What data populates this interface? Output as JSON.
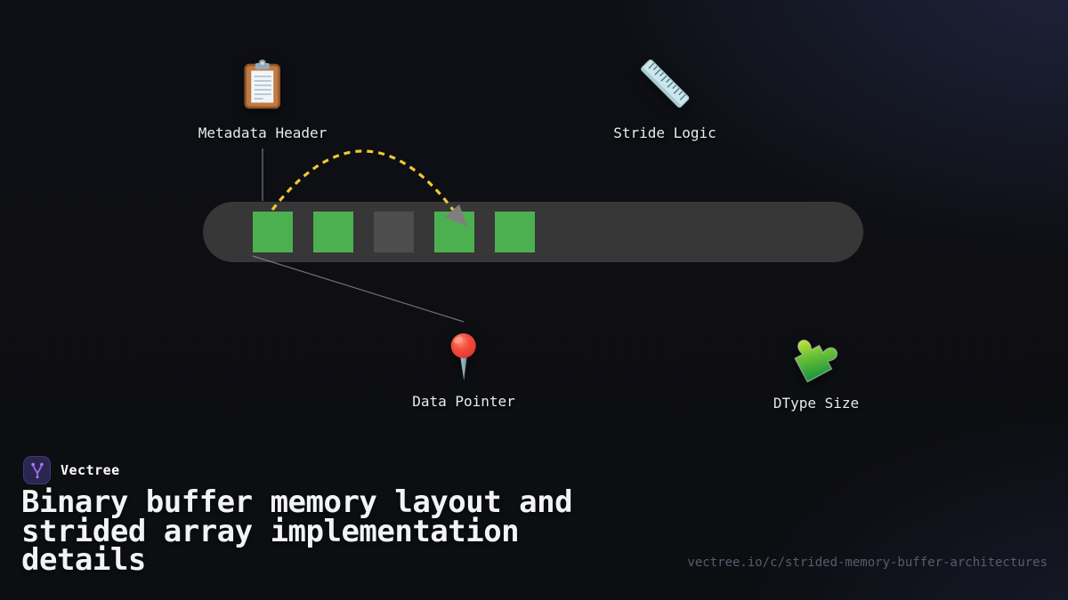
{
  "theme": {
    "background_base": "#0e0f14",
    "background_glow": "#2a3258",
    "bar_color": "#373737",
    "cell_filled_color": "#4caf50",
    "cell_empty_color": "#4d4d4d",
    "arc_color": "#ecc832",
    "arrowhead_color": "#7f7f7f",
    "connector_color": "#8a8a8a",
    "label_color": "#e8eaec",
    "title_color": "#f2f3f5",
    "url_color": "#575d6b",
    "badge_background": "#2a2650",
    "badge_glyph_color": "#a56bf7"
  },
  "diagram": {
    "nodes": [
      {
        "label": "Metadata Header",
        "icon": "clipboard-icon"
      },
      {
        "label": "Stride Logic",
        "icon": "ruler-icon"
      },
      {
        "label": "Data Pointer",
        "icon": "pushpin-icon"
      },
      {
        "label": "DType Size",
        "icon": "puzzle-icon"
      }
    ],
    "buffer": {
      "cells": [
        "filled",
        "filled",
        "empty",
        "filled",
        "filled"
      ]
    }
  },
  "footer": {
    "brand_name": "Vectree",
    "title": "Binary buffer memory layout and strided array implementation details",
    "url": "vectree.io/c/strided-memory-buffer-architectures"
  }
}
